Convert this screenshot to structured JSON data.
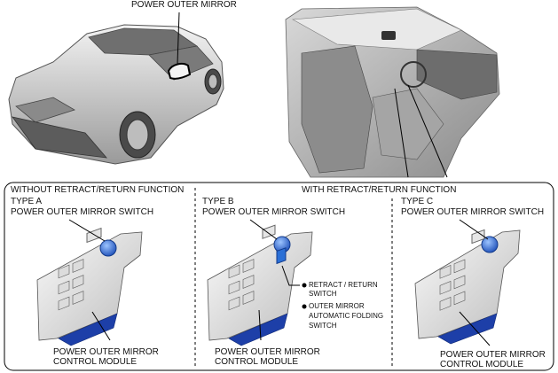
{
  "top": {
    "mirror_label": "POWER OUTER MIRROR"
  },
  "panel": {
    "left_header": "WITHOUT RETRACT/RETURN FUNCTION",
    "right_header": "WITH RETRACT/RETURN FUNCTION",
    "type_a": {
      "type": "TYPE A",
      "switch": "POWER OUTER MIRROR SWITCH",
      "module_line1": "POWER OUTER MIRROR",
      "module_line2": "CONTROL MODULE"
    },
    "type_b": {
      "type": "TYPE B",
      "switch": "POWER OUTER MIRROR SWITCH",
      "retract_line1": "RETRACT / RETURN",
      "retract_line2": "SWITCH",
      "folding_line1": "OUTER MIRROR",
      "folding_line2": "AUTOMATIC FOLDING",
      "folding_line3": "SWITCH",
      "module_line1": "POWER OUTER MIRROR",
      "module_line2": "CONTROL MODULE"
    },
    "type_c": {
      "type": "TYPE C",
      "switch": "POWER OUTER MIRROR SWITCH",
      "module_line1": "POWER OUTER MIRROR",
      "module_line2": "CONTROL MODULE"
    }
  },
  "colors": {
    "knob_blue": "#2a6fd6",
    "module_blue": "#1d3fa8"
  }
}
